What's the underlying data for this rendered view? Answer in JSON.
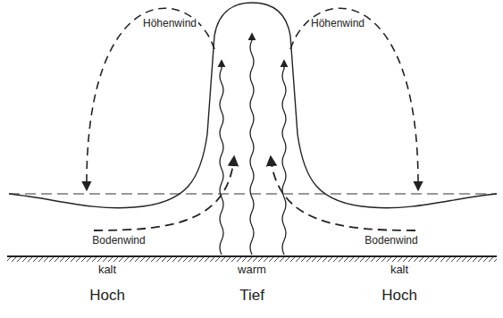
{
  "diagram": {
    "labels": [
      "Höhenwind",
      "Höhenwind",
      "Bodenwind",
      "Bodenwind",
      "kalt",
      "warm",
      "kalt",
      "Hoch",
      "Tief",
      "Hoch"
    ]
  }
}
